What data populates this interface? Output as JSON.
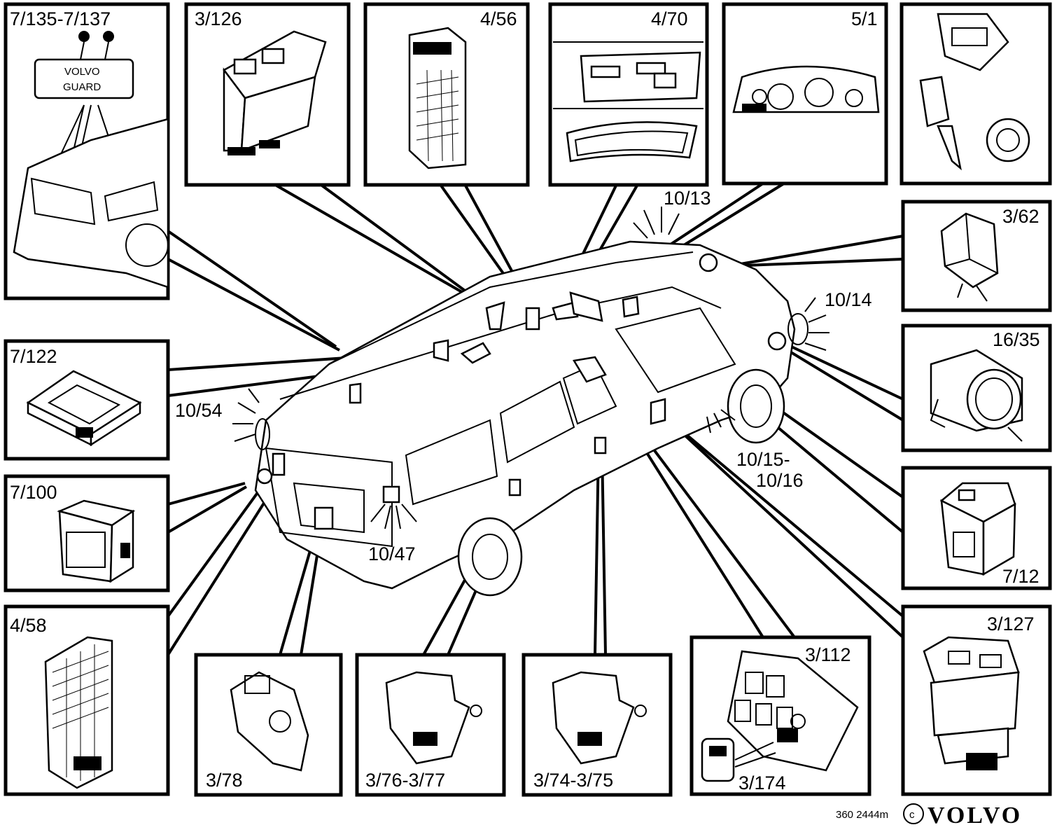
{
  "figure_id": "360 2444m",
  "brand": "VOLVO",
  "guard_sticker": {
    "line1": "VOLVO",
    "line2": "GUARD"
  },
  "labels": {
    "l_7_135": "7/135-7/137",
    "l_3_126": "3/126",
    "l_4_56": "4/56",
    "l_4_70": "4/70",
    "l_5_1": "5/1",
    "l_3_62": "3/62",
    "l_16_35": "16/35",
    "l_7_12": "7/12",
    "l_3_127": "3/127",
    "l_3_112": "3/112",
    "l_3_174": "3/174",
    "l_3_74": "3/74-3/75",
    "l_3_76": "3/76-3/77",
    "l_3_78": "3/78",
    "l_4_58": "4/58",
    "l_7_100": "7/100",
    "l_7_122": "7/122",
    "l_10_13": "10/13",
    "l_10_14": "10/14",
    "l_10_54": "10/54",
    "l_10_47": "10/47",
    "l_10_15a": "10/15-",
    "l_10_15b": "10/16"
  }
}
